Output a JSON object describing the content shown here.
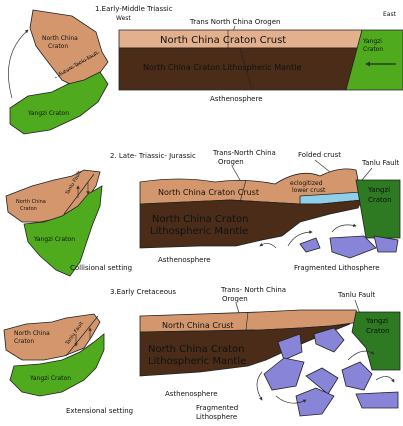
{
  "colors": {
    "crust": "#d4976d",
    "crust_light": "#e2b08c",
    "mantle": "#4a2c18",
    "yangzi": "#4faa1e",
    "yangzi_dark": "#2d7a22",
    "eclogite": "#8fd0e8",
    "fragment": "#8884d8"
  },
  "stage1": {
    "title": "1.Early-Middle Triassic",
    "west": "West",
    "east": "East",
    "orogen": "Trans North China Orogen",
    "crust": "North China Craton Crust",
    "mantle": "North China Craton Lithospheric Mantle",
    "asthenosphere": "Asthenosphere",
    "yangzi_line1": "Yangzi",
    "yangzi_line2": "Craton",
    "map_ncc_line1": "North China",
    "map_ncc_line2": "Craton",
    "map_fault": "Future Tanlu Fault",
    "map_yangzi": "Yangzi Craton"
  },
  "stage2": {
    "title": "2. Late- Triassic- Jurassic",
    "orogen_line1": "Trans-North China",
    "orogen_line2": "Orogen",
    "folded": "Folded crust",
    "tanlu": "Tanlu Fault",
    "crust": "North China Craton Crust",
    "eclogite_line1": "eclogitized",
    "eclogite_line2": "lower crust",
    "mantle_line1": "North China Craton",
    "mantle_line2": "Lithospheric Mantle",
    "yangzi_line1": "Yangzi",
    "yangzi_line2": "Craton",
    "asthenosphere": "Asthenosphere",
    "fragmented": "Fragmented Lithosphere",
    "map_ncc_line1": "North China",
    "map_ncc_line2": "Craton",
    "map_fault": "Tanlu Fault",
    "map_yangzi": "Yangzi Craton",
    "setting": "Collisional setting"
  },
  "stage3": {
    "title": "3.Early Cretaceous",
    "orogen_line1": "Trans- North China",
    "orogen_line2": "Orogen",
    "tanlu": "Tanlu Fault",
    "crust": "North China Crust",
    "mantle_line1": "North China Craton",
    "mantle_line2": "Lithospheric Mantle",
    "yangzi_line1": "Yangzi",
    "yangzi_line2": "Craton",
    "asthenosphere": "Asthenosphere",
    "fragmented_line1": "Fragmented",
    "fragmented_line2": "Lithosphere",
    "map_ncc_line1": "North China",
    "map_ncc_line2": "Craton",
    "map_fault": "Tanlu Fault",
    "map_yangzi": "Yangzi Craton",
    "setting": "Extensional setting"
  }
}
